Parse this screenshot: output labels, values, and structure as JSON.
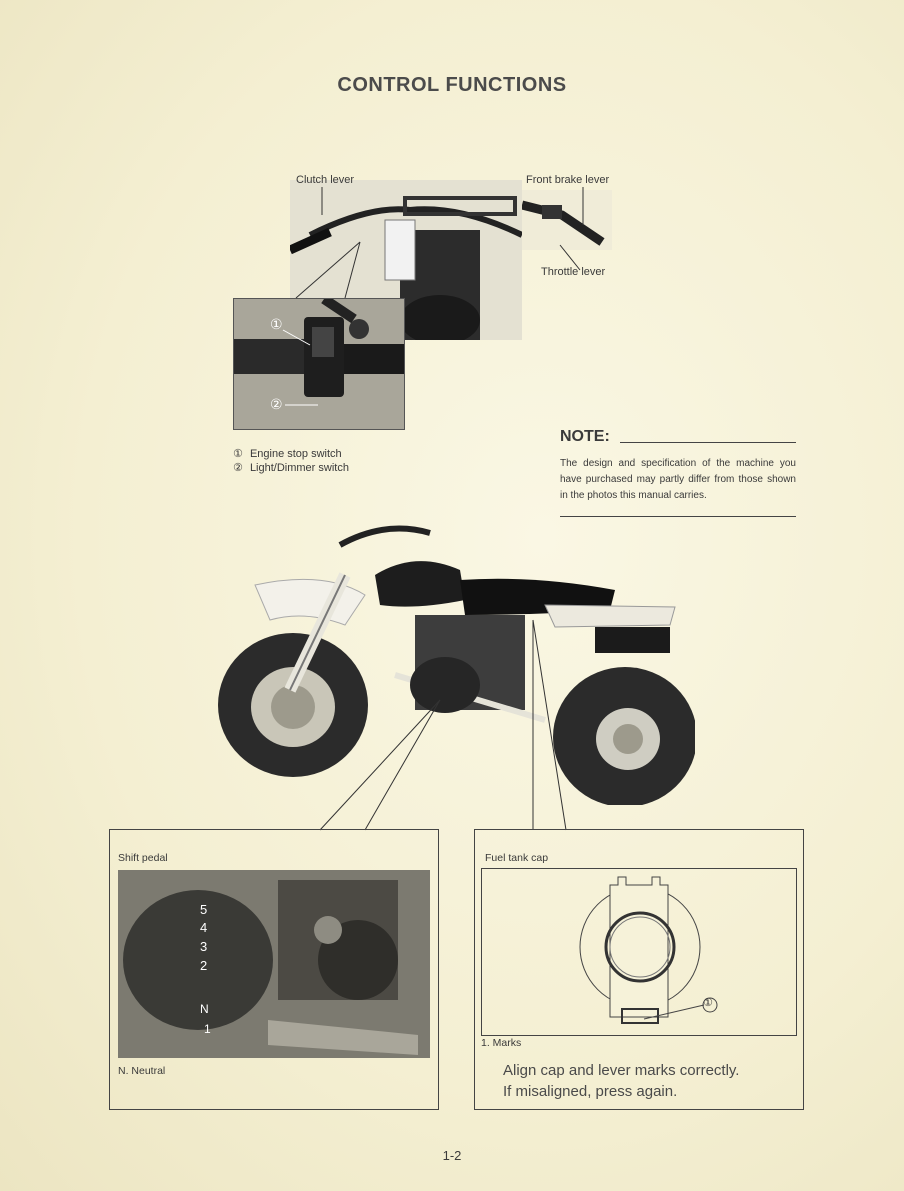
{
  "title": "CONTROL FUNCTIONS",
  "handlebar_labels": {
    "clutch_lever": "Clutch lever",
    "front_brake_lever": "Front brake lever",
    "throttle_lever": "Throttle lever"
  },
  "inset_callouts": {
    "one": "①",
    "two": "②"
  },
  "legend": [
    {
      "num": "①",
      "text": "Engine stop switch"
    },
    {
      "num": "②",
      "text": "Light/Dimmer switch"
    }
  ],
  "note": {
    "heading": "NOTE:",
    "text": "The design and specification of the machine you have purchased may partly differ from those shown in the photos this manual carries."
  },
  "shift_panel": {
    "title": "Shift pedal",
    "gears": [
      "5",
      "4",
      "3",
      "2",
      "N",
      "1"
    ],
    "footnote": "N. Neutral"
  },
  "fuel_panel": {
    "title": "Fuel tank cap",
    "callout": "①",
    "footnote": "1. Marks",
    "caution_line1": "Align cap and lever marks correctly.",
    "caution_line2": "If misaligned, press again."
  },
  "page_number": "1-2",
  "colors": {
    "paper": "#f6f2d9",
    "ink": "#3a3a3a",
    "photo": "#bdb8a4"
  }
}
